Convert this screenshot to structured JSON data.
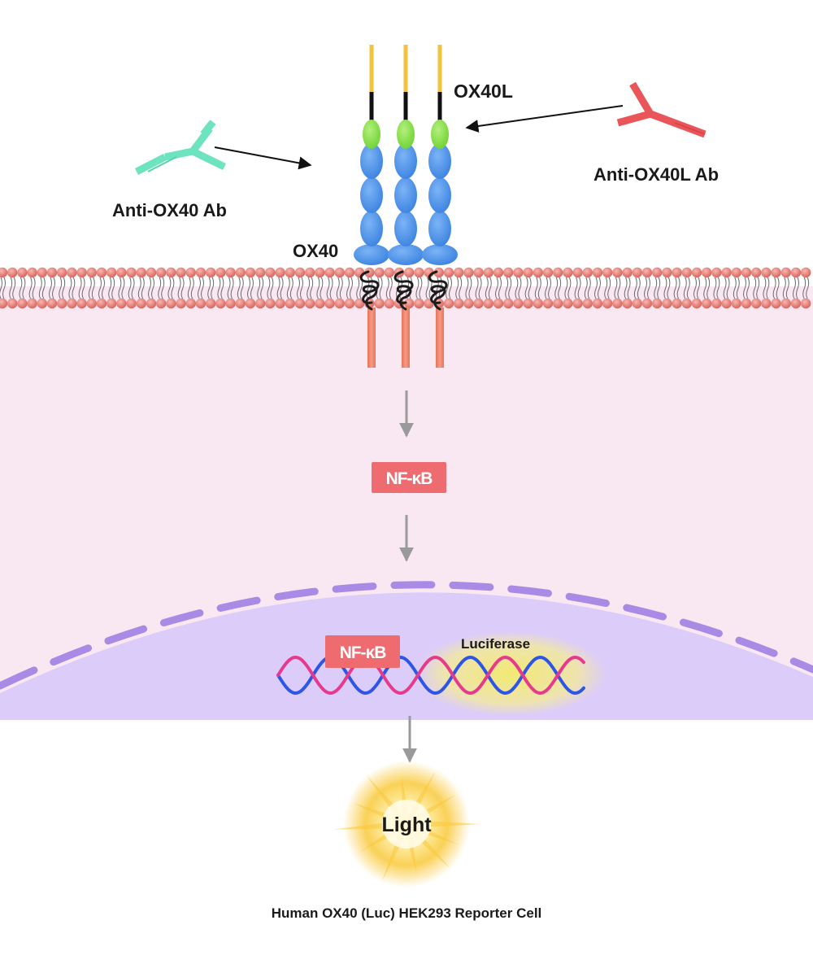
{
  "labels": {
    "ox40l": "OX40L",
    "anti_ox40_ab": "Anti-OX40 Ab",
    "anti_ox40l_ab": "Anti-OX40L Ab",
    "ox40": "OX40",
    "nfkb_cytoplasm": "NF-κB",
    "nfkb_nucleus": "NF-κB",
    "luciferase": "Luciferase",
    "light": "Light",
    "caption": "Human OX40 (Luc) HEK293 Reporter Cell"
  },
  "colors": {
    "cytoplasm": "#f9e8f2",
    "nucleus": "#dcccfa",
    "nuclear_envelope": "#a98be6",
    "membrane_head": "#e8807b",
    "receptor_blue": "#4f95ec",
    "ligand_green": "#86e04d",
    "ligand_stalk": "#f2c33d",
    "intracellular_tail": "#f0836a",
    "anti_ox40_ab": "#6de3c0",
    "anti_ox40l_ab": "#e95558",
    "nfkb_box": "#ee6b70",
    "dna_blue": "#2d55e6",
    "dna_pink": "#e63b8c",
    "luciferase_glow": "#f3ea6a",
    "light_glow": "#f9c93a",
    "arrow_gray": "#9a9a9a"
  },
  "icons": [
    "ox40-receptor-icon",
    "ox40l-ligand-icon",
    "antibody-icon",
    "cell-membrane-icon",
    "dna-helix-icon",
    "light-burst-icon"
  ]
}
